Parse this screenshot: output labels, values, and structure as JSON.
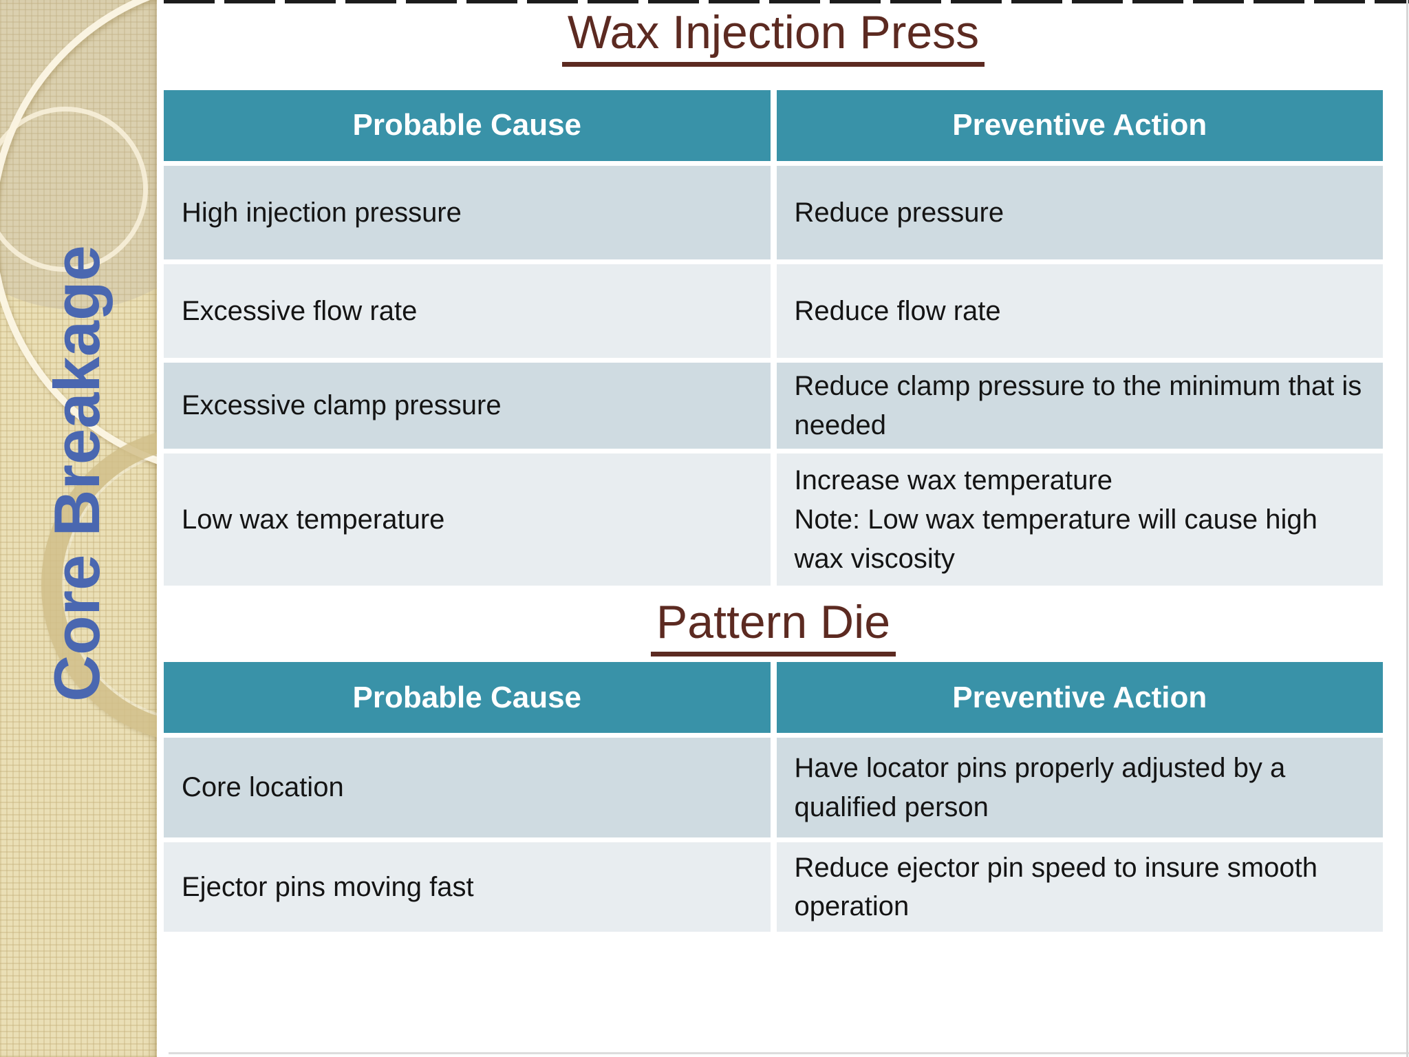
{
  "sidebar": {
    "label": "Core Breakage"
  },
  "sections": [
    {
      "title": "Wax Injection Press",
      "columns": [
        "Probable Cause",
        "Preventive Action"
      ],
      "rows": [
        {
          "cause": "High injection pressure",
          "action": "Reduce pressure"
        },
        {
          "cause": "Excessive flow rate",
          "action": "Reduce flow rate"
        },
        {
          "cause": "Excessive clamp pressure",
          "action": "Reduce clamp pressure to the minimum that is needed"
        },
        {
          "cause": "Low wax temperature",
          "action": "Increase wax temperature\nNote: Low wax temperature will cause high wax viscosity"
        }
      ]
    },
    {
      "title": "Pattern Die",
      "columns": [
        "Probable Cause",
        "Preventive Action"
      ],
      "rows": [
        {
          "cause": "Core location",
          "action": "Have locator pins properly adjusted by a qualified person"
        },
        {
          "cause": "Ejector pins moving fast",
          "action": "Reduce ejector pin speed to insure smooth operation"
        }
      ]
    }
  ],
  "colors": {
    "table_header_bg": "#3992a8",
    "row_dark": "#cfdbe1",
    "row_light": "#e8edf0",
    "section_title": "#5c2a21",
    "sidebar_text": "#4a67b0",
    "sidebar_bg": "#eadfb6"
  }
}
